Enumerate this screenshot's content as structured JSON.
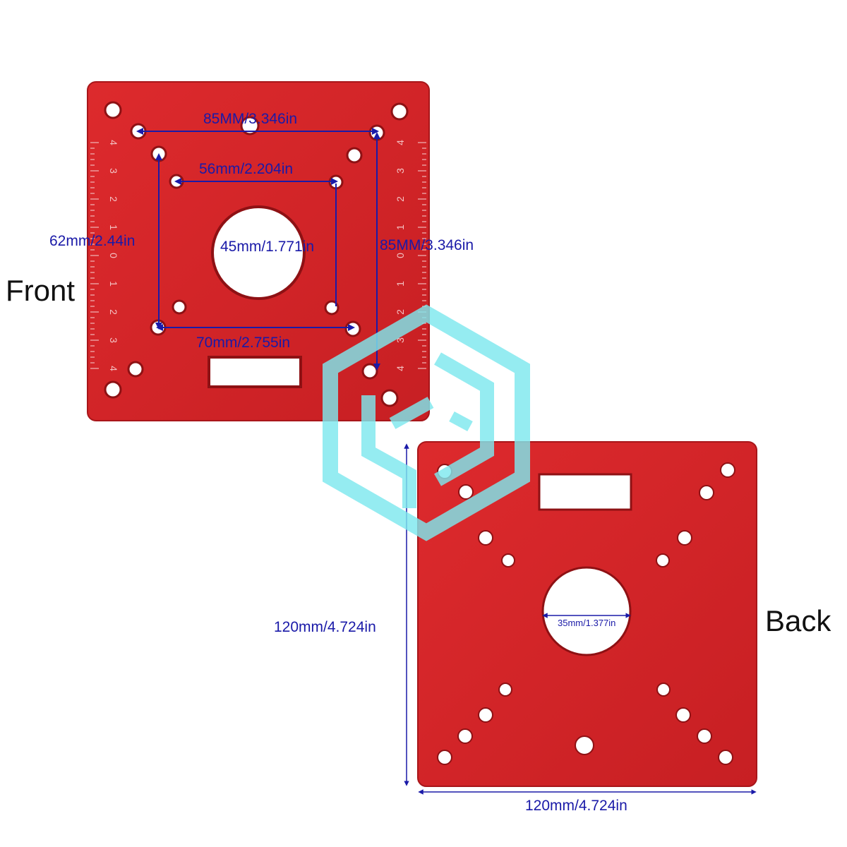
{
  "labels": {
    "front": "Front",
    "back": "Back"
  },
  "dimensions": {
    "front_top": "85MM/3.346in",
    "front_inner_top": "56mm/2.204in",
    "front_left": "62mm/2.44in",
    "front_right": "85MM/3.346in",
    "front_center": "45mm/1.771in",
    "front_bottom": "70mm/2.755in",
    "back_hole": "35mm/1.377in",
    "back_height": "120mm/4.724in",
    "back_width": "120mm/4.724in"
  },
  "scale_numbers": [
    "4",
    "3",
    "2",
    "1",
    "0",
    "1",
    "2",
    "3",
    "4"
  ],
  "colors": {
    "plate": "#d42428",
    "plate_dark": "#b81a1e",
    "dimension": "#1a1aa8",
    "watermark": "#7ee8ee"
  },
  "icons": {
    "watermark": "hexagon-logo-icon"
  }
}
